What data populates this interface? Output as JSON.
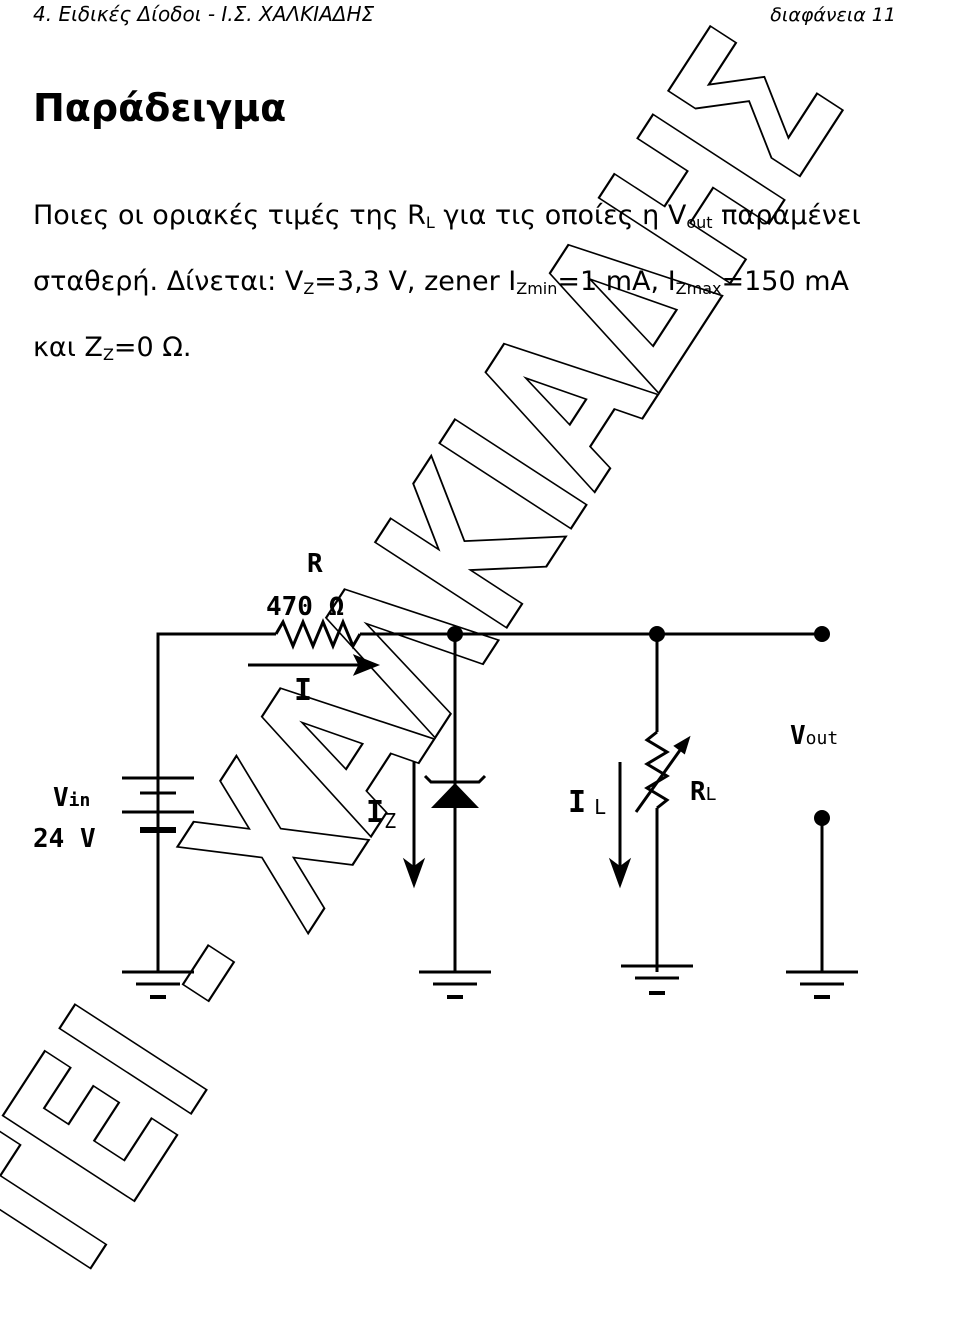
{
  "header": {
    "left": "4. Ειδικές Δίοδοι - Ι.Σ. ΧΑΛΚΙΑΔΗΣ",
    "right": "διαφάνεια 11"
  },
  "title": "Παράδειγμα",
  "question": {
    "p1": "Ποιες οι οριακές τιμές της R",
    "p1_sub": "L",
    "p2": " για τις οποίες η V",
    "p2_sub": "out",
    "p3": " παραμένει",
    "p4": "σταθερή. Δίνεται: V",
    "p4_sub": "Z",
    "p5": "=3,3 V, zener I",
    "p5_sub": "Zmin",
    "p6": "=1 mA,  I",
    "p6_sub": "Zmax",
    "p7": "=150 mA",
    "p8": "και Z",
    "p8_sub": "Z",
    "p9": "=0 Ω."
  },
  "circuit": {
    "resistor_name": "R",
    "resistor_value": "470 Ω",
    "current_i": "I",
    "vin_label": "V",
    "vin_sub": "in",
    "vin_value": "24 V",
    "iz_label": "I",
    "iz_sub": "Z",
    "il_label": "I",
    "il_sub": "L",
    "rl_label": "R",
    "rl_sub": "L",
    "vout_label": "V",
    "vout_sub": "out"
  },
  "watermark": {
    "text": "ΤΕΙ - ΧΑΛΚΙΑΔΗΣ",
    "color": "#000000"
  }
}
